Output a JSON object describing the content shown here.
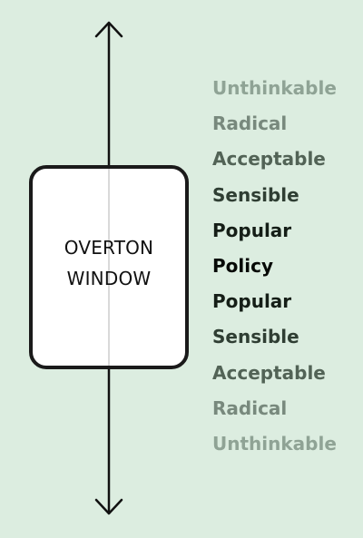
{
  "colors": {
    "background": "#dcede0",
    "axis": "#111111",
    "window_fill": "#ffffff",
    "window_border": "#1a1a1a"
  },
  "window": {
    "line1": "OVERTON",
    "line2": "WINDOW"
  },
  "spectrum": [
    {
      "label": "Unthinkable",
      "color": "#8fa395"
    },
    {
      "label": "Radical",
      "color": "#78897d"
    },
    {
      "label": "Acceptable",
      "color": "#526356"
    },
    {
      "label": "Sensible",
      "color": "#2f3e33"
    },
    {
      "label": "Popular",
      "color": "#151e17"
    },
    {
      "label": "Policy",
      "color": "#060906"
    },
    {
      "label": "Popular",
      "color": "#151e17"
    },
    {
      "label": "Sensible",
      "color": "#2f3e33"
    },
    {
      "label": "Acceptable",
      "color": "#526356"
    },
    {
      "label": "Radical",
      "color": "#78897d"
    },
    {
      "label": "Unthinkable",
      "color": "#8fa395"
    }
  ]
}
